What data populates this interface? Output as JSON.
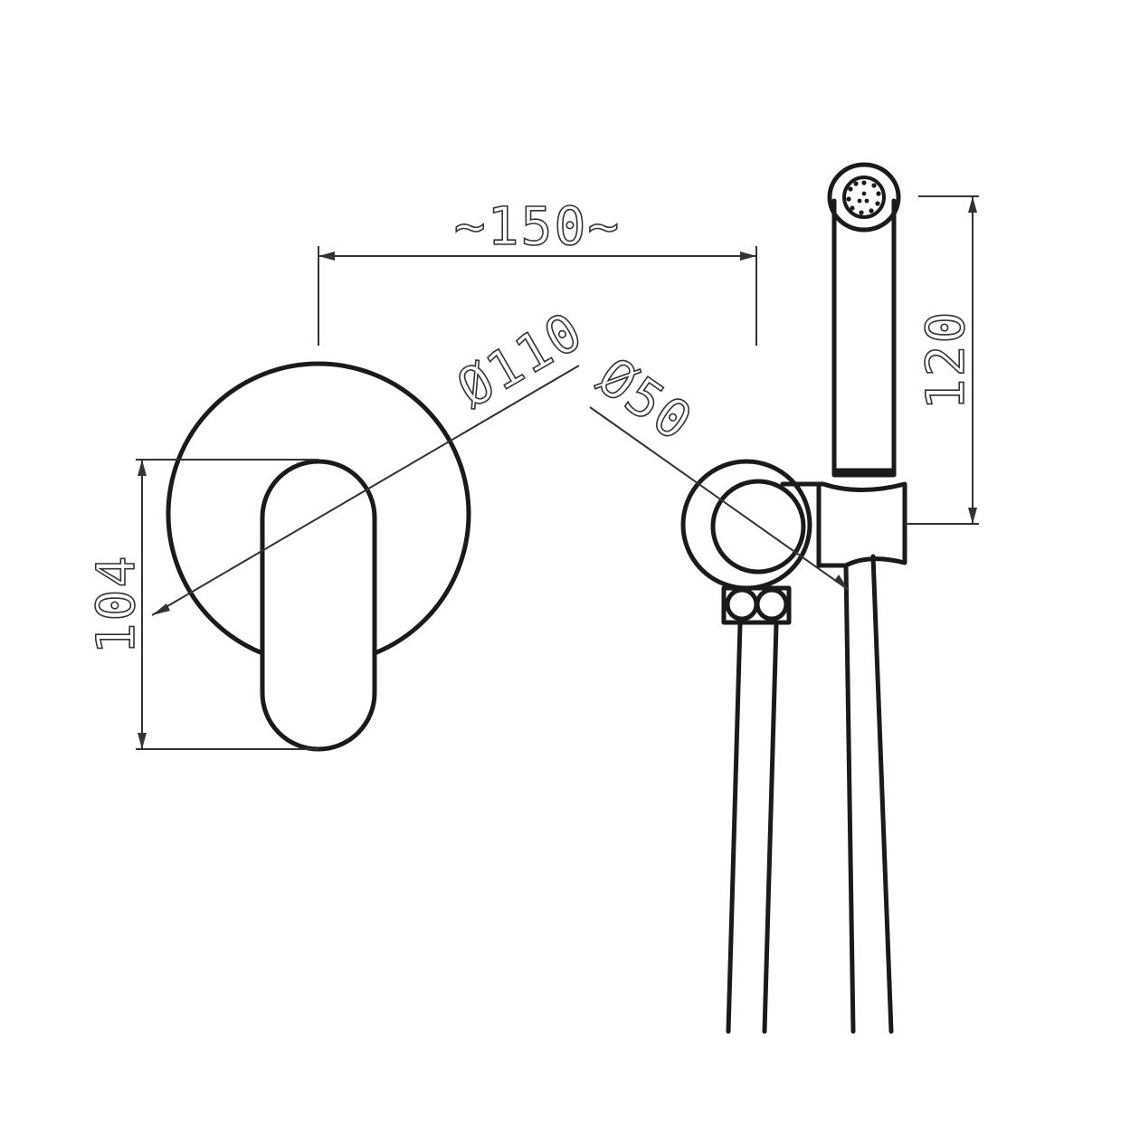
{
  "dimensions": {
    "width_label": "~150~",
    "plate_diameter_label": "Ø110",
    "hose_outlet_diameter_label": "Ø50",
    "handle_height_label": "104",
    "hand_shower_height_label": "120"
  },
  "colors": {
    "background": "#ffffff",
    "outline": "#1a1a1a",
    "dimension_line": "#333333"
  }
}
